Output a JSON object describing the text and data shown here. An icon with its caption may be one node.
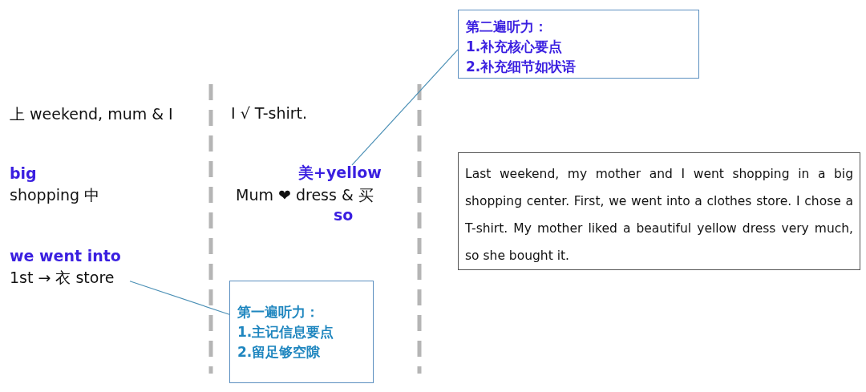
{
  "diagram": {
    "nodes": [
      {
        "text": [
          "第二遍听力：",
          "1.补充核心要点",
          "2.补充细节如状语"
        ]
      },
      {
        "text": [
          "美+yellow"
        ]
      },
      {
        "text": [
          "1st → 衣 store"
        ]
      },
      {
        "text": [
          "第一遍听力：",
          "1.主记信息要点",
          "2.留足够空隙"
        ]
      },
      {
        "text": [
          "Last weekend, my mother and I went shopping in a big shopping center. First, we went into a clothes store. I chose a T-shirt. My mother liked a beautiful yellow dress very much, so she bought it."
        ]
      }
    ],
    "edges": [
      {
        "from": 0,
        "to": 1,
        "arrow": "none"
      },
      {
        "from": 3,
        "to": 2,
        "arrow": "none"
      }
    ],
    "labels": [
      "上 weekend, mum & I",
      "I √ T-shirt.",
      "big",
      "shopping 中",
      "Mum ❤ dress & 买",
      "so",
      "we went into"
    ]
  }
}
